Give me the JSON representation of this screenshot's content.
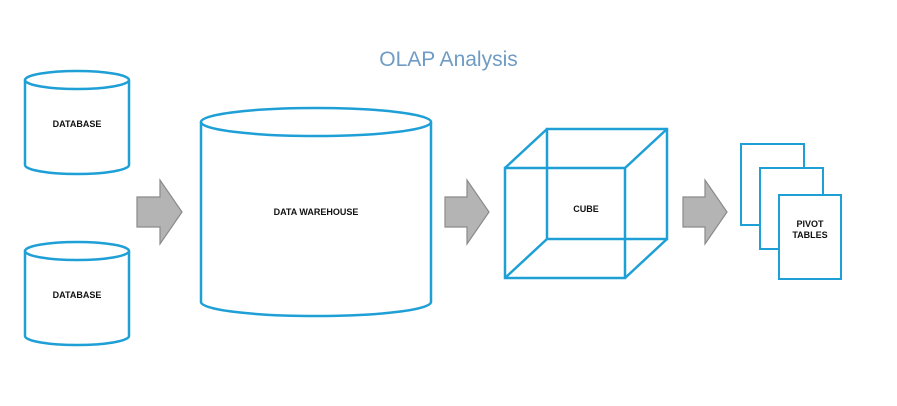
{
  "title": "OLAP Analysis",
  "nodes": {
    "database_top": "DATABASE",
    "database_bottom": "DATABASE",
    "data_warehouse": "DATA WAREHOUSE",
    "cube": "CUBE",
    "pivot_tables": [
      "PIVOT",
      "TABLES"
    ]
  },
  "colors": {
    "accent": "#1e9fd6",
    "title": "#6f9bc4",
    "arrow_fill": "#b4b4b4",
    "arrow_stroke": "#8a8a8a"
  }
}
